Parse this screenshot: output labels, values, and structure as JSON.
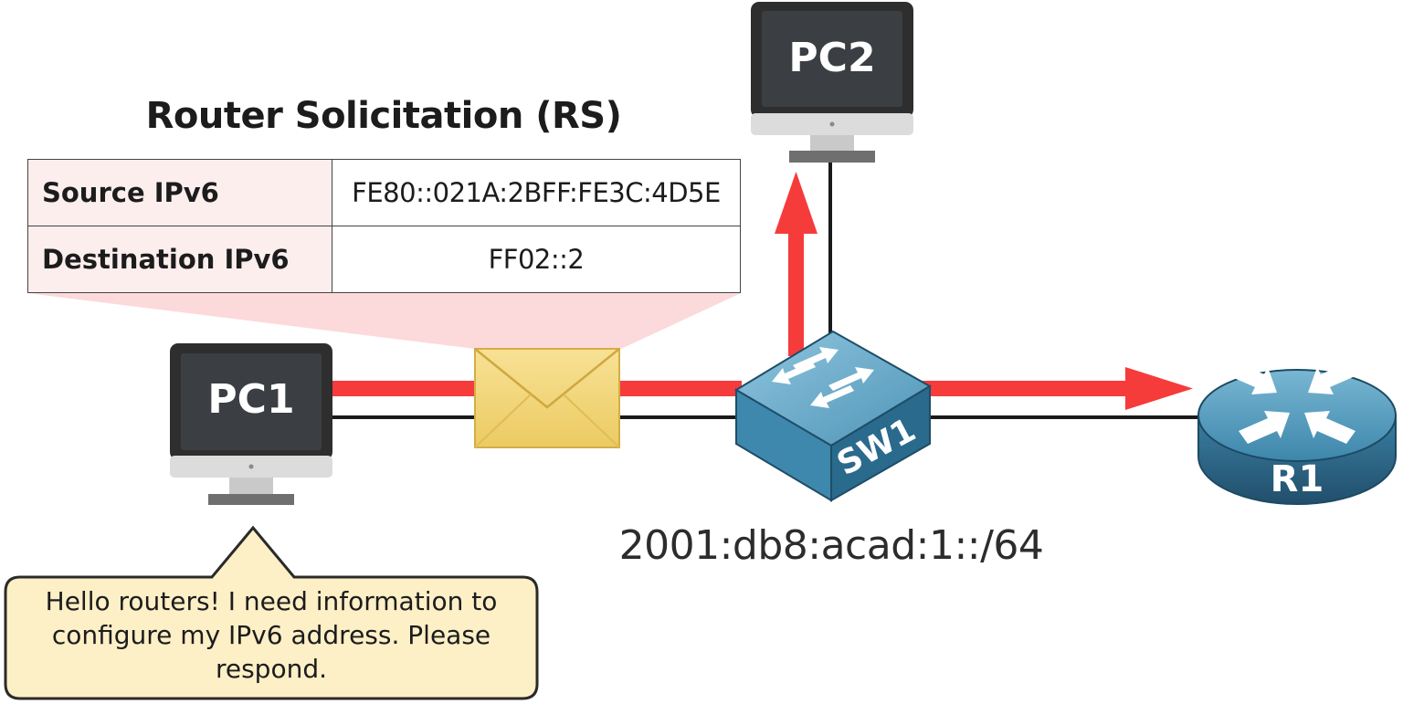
{
  "packet": {
    "title": "Router Solicitation (RS)",
    "fields": [
      {
        "label": "Source IPv6",
        "value": "FE80::021A:2BFF:FE3C:4D5E"
      },
      {
        "label": "Destination IPv6",
        "value": "FF02::2"
      }
    ]
  },
  "devices": {
    "pc1": "PC1",
    "pc2": "PC2",
    "sw1": "SW1",
    "r1": "R1"
  },
  "network": {
    "prefix": "2001:db8:acad:1::/64"
  },
  "speech_bubble": {
    "text": "Hello routers! I need information to configure my IPv6 address. Please respond."
  },
  "colors": {
    "flow_arrow": "#f63b3b",
    "link": "#1a1a1a",
    "envelope": "#f2d77a",
    "bubble_fill": "#fdefc6",
    "header_zoom": "#fcd9da",
    "device_blue": "#3f85a8",
    "monitor_frame": "#2e2e2e",
    "monitor_screen": "#3b3f44"
  }
}
